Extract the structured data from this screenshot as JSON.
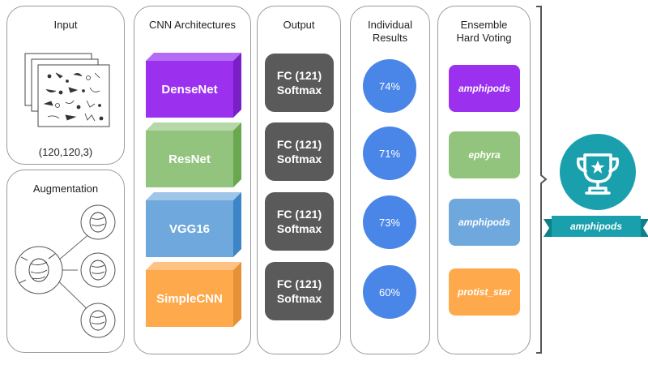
{
  "input": {
    "title": "Input",
    "shape": "(120,120,3)"
  },
  "augmentation": {
    "title": "Augmentation"
  },
  "cnn": {
    "title": "CNN Architectures",
    "models": [
      {
        "name": "DenseNet",
        "color": "#9b30ef"
      },
      {
        "name": "ResNet",
        "color": "#93c47d"
      },
      {
        "name": "VGG16",
        "color": "#6fa8dc"
      },
      {
        "name": "SimpleCNN",
        "color": "#ffa94d"
      }
    ]
  },
  "output": {
    "title": "Output",
    "layers": [
      {
        "line1": "FC (121)",
        "line2": "Softmax"
      },
      {
        "line1": "FC (121)",
        "line2": "Softmax"
      },
      {
        "line1": "FC (121)",
        "line2": "Softmax"
      },
      {
        "line1": "FC (121)",
        "line2": "Softmax"
      }
    ]
  },
  "results": {
    "title_line1": "Individual",
    "title_line2": "Results",
    "accuracies": [
      "74%",
      "71%",
      "73%",
      "60%"
    ]
  },
  "voting": {
    "title_line1": "Ensemble",
    "title_line2": "Hard Voting",
    "predictions": [
      {
        "label": "amphipods",
        "color": "#9b30ef"
      },
      {
        "label": "ephyra",
        "color": "#93c47d"
      },
      {
        "label": "amphipods",
        "color": "#6fa8dc"
      },
      {
        "label": "protist_star",
        "color": "#ffa94d"
      }
    ]
  },
  "winner": {
    "label": "amphipods",
    "icon": "trophy-icon",
    "color": "#1aa0ad"
  }
}
